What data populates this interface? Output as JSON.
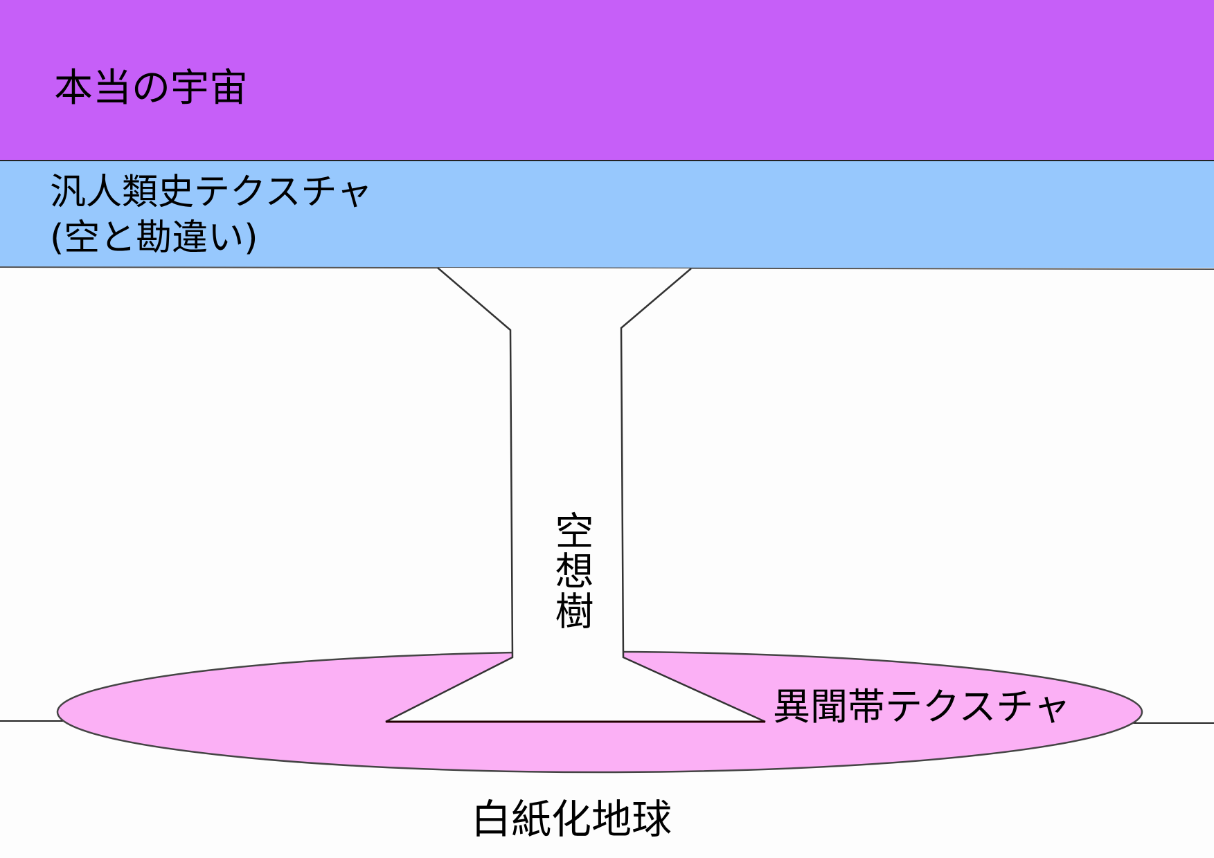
{
  "labels": {
    "true_universe": "本当の宇宙",
    "pan_human_texture_line1": "汎人類史テクスチャ",
    "pan_human_texture_line2": "(空と勘違い)",
    "fantasy_tree": "空想樹",
    "lostbelt_texture": "異聞帯テクスチャ",
    "bleached_earth": "白紙化地球"
  },
  "colors": {
    "true_universe": "#c65ff8",
    "pan_human_texture": "#97c8fd",
    "lostbelt_texture": "#fbb0f5",
    "background": "#fdfdfd"
  }
}
